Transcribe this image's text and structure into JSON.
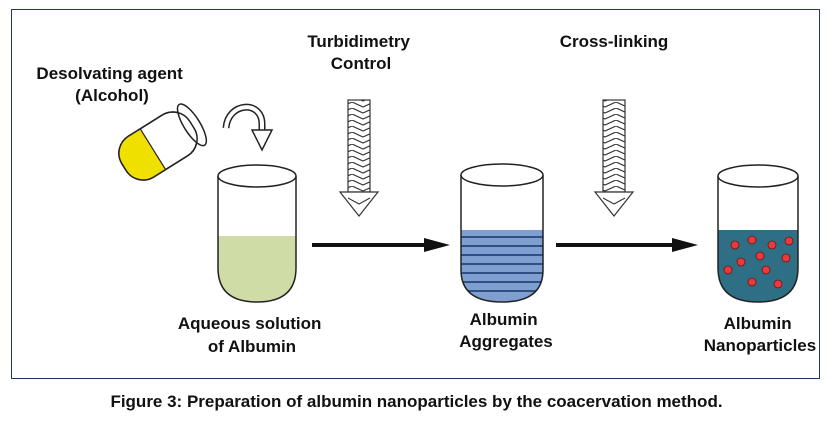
{
  "diagram": {
    "labels": {
      "desolvating_agent": [
        "Desolvating agent",
        "(Alcohol)"
      ],
      "turbidimetry_control": [
        "Turbidimetry",
        "Control"
      ],
      "cross_linking": [
        "Cross-linking"
      ],
      "aqueous_solution": [
        "Aqueous solution",
        "of Albumin"
      ],
      "albumin_aggregates": [
        "Albumin",
        "Aggregates"
      ],
      "albumin_nanoparticles": [
        "Albumin",
        "Nanoparticles"
      ]
    },
    "colors": {
      "alcohol": "#f0e000",
      "albumin_solution": "#cfdca6",
      "aggregates": "#7e9fd0",
      "aggregate_lines": "#2f4f86",
      "nanoparticle_medium": "#2f6f86",
      "nanoparticle_dots": "#e23c3c",
      "border": "#1f3864"
    }
  },
  "caption": "Figure 3: Preparation of albumin nanoparticles by the coacervation method."
}
